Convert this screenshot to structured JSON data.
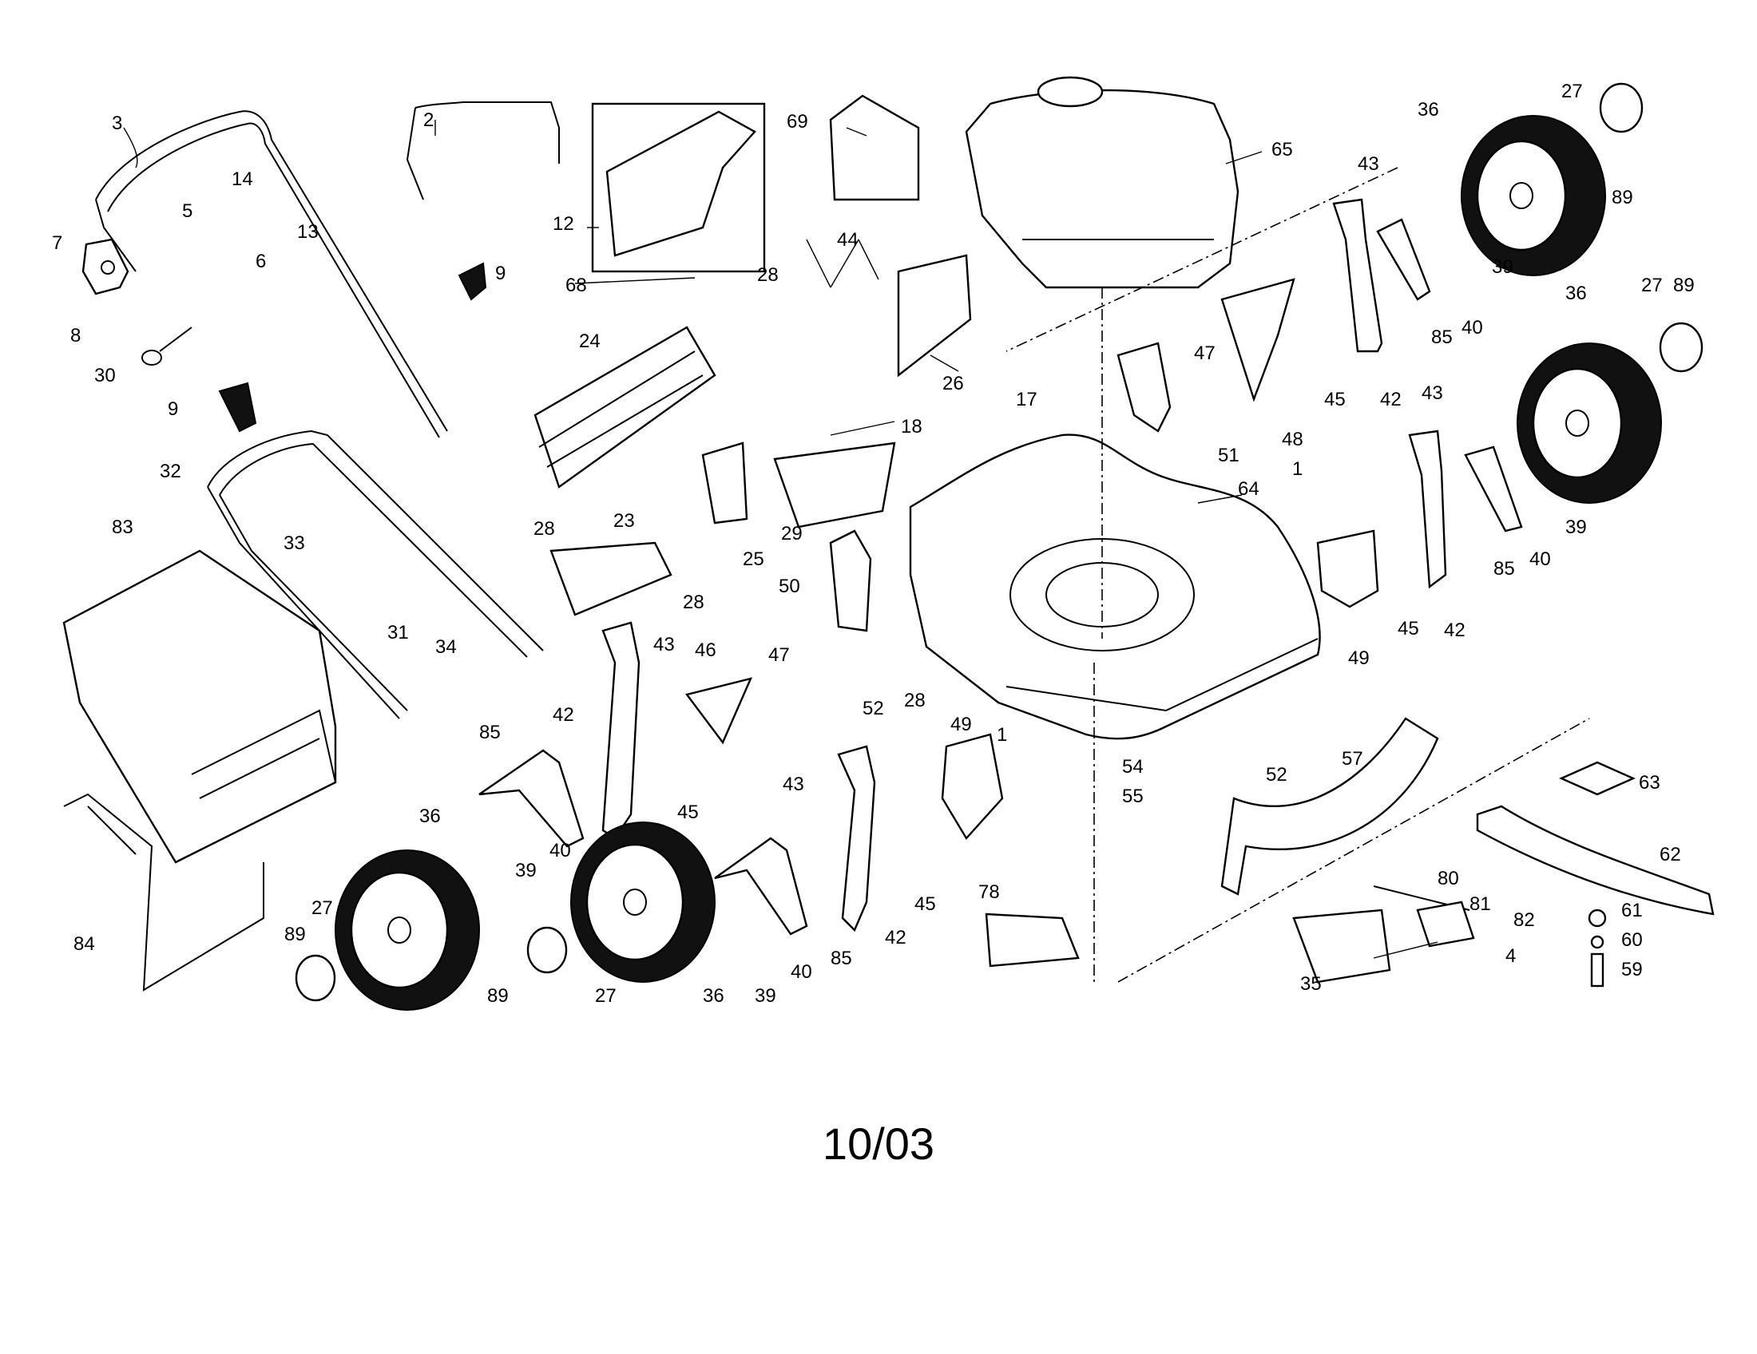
{
  "footer": {
    "date_code": "10/03"
  },
  "labels": [
    {
      "id": "l-2",
      "text": "2"
    },
    {
      "id": "l-3",
      "text": "3"
    },
    {
      "id": "l-5",
      "text": "5"
    },
    {
      "id": "l-6",
      "text": "6"
    },
    {
      "id": "l-7",
      "text": "7"
    },
    {
      "id": "l-8",
      "text": "8"
    },
    {
      "id": "l-9a",
      "text": "9"
    },
    {
      "id": "l-9b",
      "text": "9"
    },
    {
      "id": "l-12",
      "text": "12"
    },
    {
      "id": "l-13",
      "text": "13"
    },
    {
      "id": "l-14",
      "text": "14"
    },
    {
      "id": "l-30",
      "text": "30"
    },
    {
      "id": "l-32",
      "text": "32"
    },
    {
      "id": "l-33",
      "text": "33"
    },
    {
      "id": "l-31",
      "text": "31"
    },
    {
      "id": "l-34",
      "text": "34"
    },
    {
      "id": "l-83",
      "text": "83"
    },
    {
      "id": "l-84",
      "text": "84"
    },
    {
      "id": "l-68",
      "text": "68"
    },
    {
      "id": "l-24",
      "text": "24"
    },
    {
      "id": "l-69",
      "text": "69"
    },
    {
      "id": "l-44",
      "text": "44"
    },
    {
      "id": "l-28a",
      "text": "28"
    },
    {
      "id": "l-26",
      "text": "26"
    },
    {
      "id": "l-18",
      "text": "18"
    },
    {
      "id": "l-25",
      "text": "25"
    },
    {
      "id": "l-29",
      "text": "29"
    },
    {
      "id": "l-23",
      "text": "23"
    },
    {
      "id": "l-28b",
      "text": "28"
    },
    {
      "id": "l-28c",
      "text": "28"
    },
    {
      "id": "l-65",
      "text": "65"
    },
    {
      "id": "l-17",
      "text": "17"
    },
    {
      "id": "l-47a",
      "text": "47"
    },
    {
      "id": "l-51",
      "text": "51"
    },
    {
      "id": "l-48",
      "text": "48"
    },
    {
      "id": "l-64",
      "text": "64"
    },
    {
      "id": "l-1a",
      "text": "1"
    },
    {
      "id": "l-50",
      "text": "50"
    },
    {
      "id": "l-47b",
      "text": "47"
    },
    {
      "id": "l-52a",
      "text": "52"
    },
    {
      "id": "l-28d",
      "text": "28"
    },
    {
      "id": "l-43a",
      "text": "43"
    },
    {
      "id": "l-46",
      "text": "46"
    },
    {
      "id": "l-42a",
      "text": "42"
    },
    {
      "id": "l-45a",
      "text": "45"
    },
    {
      "id": "l-85a",
      "text": "85"
    },
    {
      "id": "l-36a",
      "text": "36"
    },
    {
      "id": "l-39a",
      "text": "39"
    },
    {
      "id": "l-40a",
      "text": "40"
    },
    {
      "id": "l-27a",
      "text": "27"
    },
    {
      "id": "l-89a",
      "text": "89"
    },
    {
      "id": "l-43b",
      "text": "43"
    },
    {
      "id": "l-45b",
      "text": "45"
    },
    {
      "id": "l-42b",
      "text": "42"
    },
    {
      "id": "l-85b",
      "text": "85"
    },
    {
      "id": "l-40b",
      "text": "40"
    },
    {
      "id": "l-39b",
      "text": "39"
    },
    {
      "id": "l-36b",
      "text": "36"
    },
    {
      "id": "l-27b",
      "text": "27"
    },
    {
      "id": "l-89b",
      "text": "89"
    },
    {
      "id": "l-49a",
      "text": "49"
    },
    {
      "id": "l-78",
      "text": "78"
    },
    {
      "id": "l-1b",
      "text": "1"
    },
    {
      "id": "l-54",
      "text": "54"
    },
    {
      "id": "l-55",
      "text": "55"
    },
    {
      "id": "l-52b",
      "text": "52"
    },
    {
      "id": "l-57",
      "text": "57"
    },
    {
      "id": "l-36c",
      "text": "36"
    },
    {
      "id": "l-27c",
      "text": "27"
    },
    {
      "id": "l-89c",
      "text": "89"
    },
    {
      "id": "l-43c",
      "text": "43"
    },
    {
      "id": "l-39c",
      "text": "39"
    },
    {
      "id": "l-40c",
      "text": "40"
    },
    {
      "id": "l-85c",
      "text": "85"
    },
    {
      "id": "l-45c",
      "text": "45"
    },
    {
      "id": "l-42c",
      "text": "42"
    },
    {
      "id": "l-36d",
      "text": "36"
    },
    {
      "id": "l-27d",
      "text": "27"
    },
    {
      "id": "l-89d",
      "text": "89"
    },
    {
      "id": "l-43d",
      "text": "43"
    },
    {
      "id": "l-39d",
      "text": "39"
    },
    {
      "id": "l-40d",
      "text": "40"
    },
    {
      "id": "l-85d",
      "text": "85"
    },
    {
      "id": "l-45d",
      "text": "45"
    },
    {
      "id": "l-42d",
      "text": "42"
    },
    {
      "id": "l-49b",
      "text": "49"
    },
    {
      "id": "l-63",
      "text": "63"
    },
    {
      "id": "l-62",
      "text": "62"
    },
    {
      "id": "l-61",
      "text": "61"
    },
    {
      "id": "l-60",
      "text": "60"
    },
    {
      "id": "l-59",
      "text": "59"
    },
    {
      "id": "l-80",
      "text": "80"
    },
    {
      "id": "l-81",
      "text": "81"
    },
    {
      "id": "l-82",
      "text": "82"
    },
    {
      "id": "l-4",
      "text": "4"
    },
    {
      "id": "l-35",
      "text": "35"
    }
  ]
}
